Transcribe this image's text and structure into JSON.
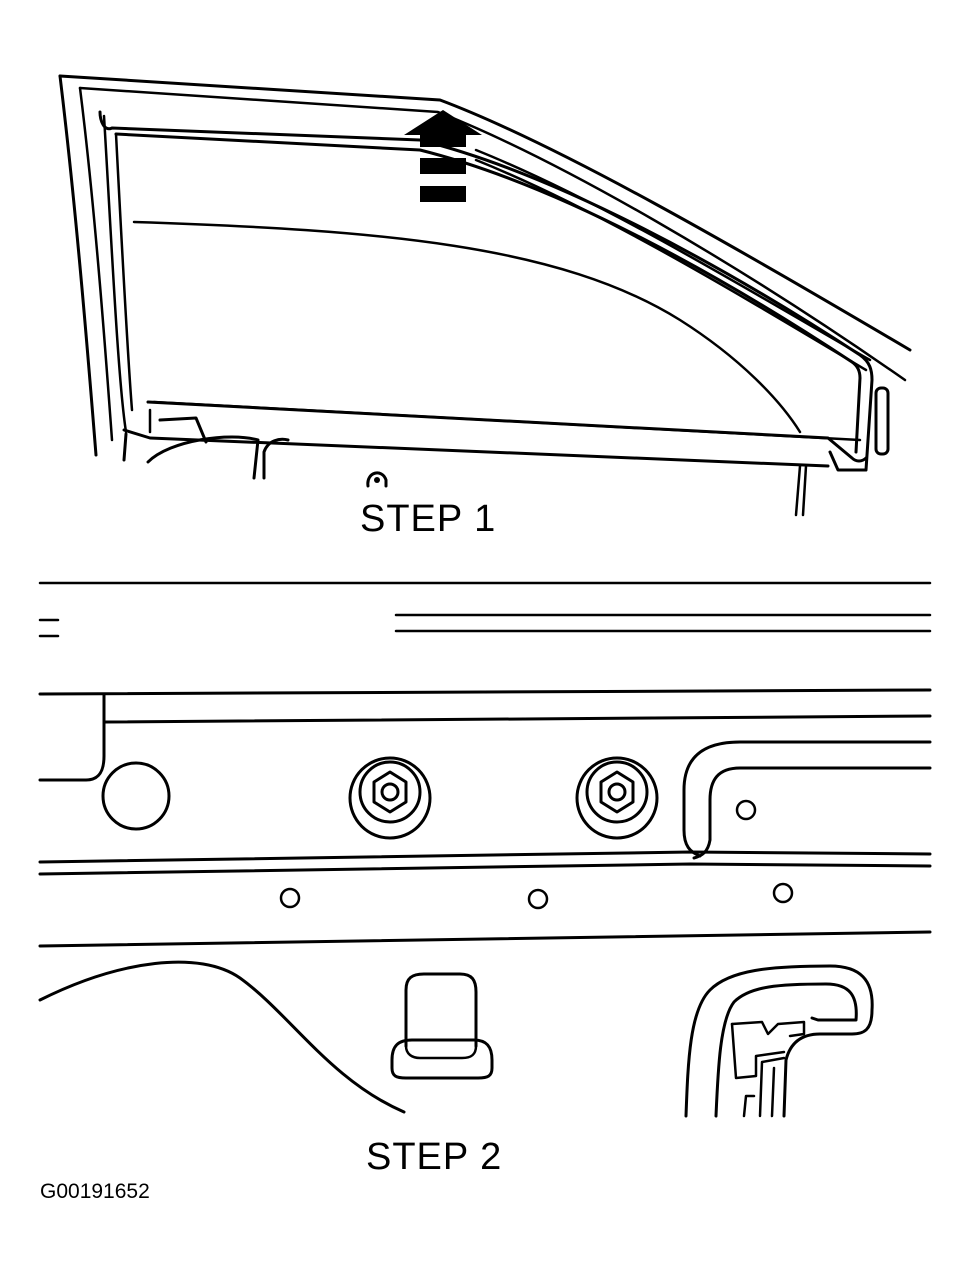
{
  "figure": {
    "step1_label": "STEP 1",
    "step2_label": "STEP 2",
    "figure_id": "G00191652"
  },
  "colors": {
    "ink": "#000000",
    "background": "#ffffff"
  }
}
